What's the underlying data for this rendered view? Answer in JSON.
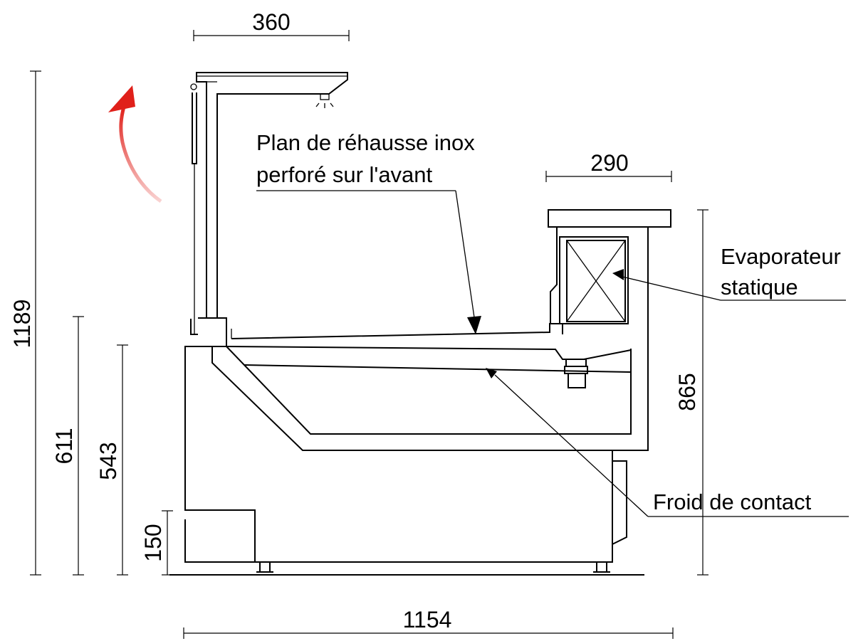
{
  "dimensions": {
    "top_width": "360",
    "shelf_width": "290",
    "total_height": "1189",
    "counter_height": "611",
    "well_height": "543",
    "base_height": "150",
    "rear_height": "865",
    "total_depth": "1154"
  },
  "labels": {
    "shelf_line1": "Plan de réhausse inox",
    "shelf_line2": "perforé sur l'avant",
    "evap_line1": "Evaporateur",
    "evap_line2": "statique",
    "contact": "Froid de contact"
  },
  "colors": {
    "line": "#000000",
    "arrow_red": "#e0201a",
    "background": "#ffffff"
  },
  "icons": {
    "opening_arrow": "curved-arrow-up-icon",
    "light": "lamp-icon"
  }
}
